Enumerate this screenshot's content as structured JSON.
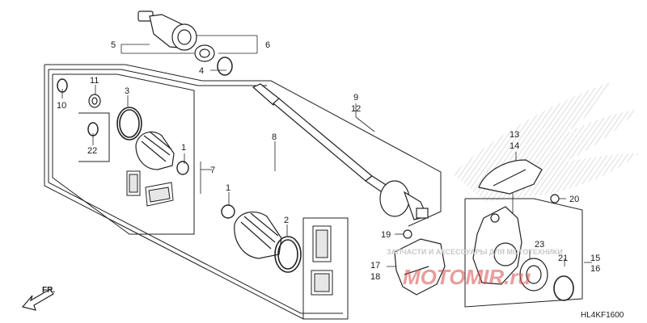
{
  "diagram": {
    "part_numbers": [
      "1",
      "2",
      "3",
      "4",
      "5",
      "6",
      "7",
      "8",
      "9",
      "10",
      "11",
      "12",
      "13",
      "14",
      "15",
      "16",
      "17",
      "18",
      "19",
      "20",
      "21",
      "22",
      "23"
    ],
    "callouts": [
      {
        "id": "c5",
        "text": "5"
      },
      {
        "id": "c6",
        "text": "6"
      },
      {
        "id": "c4",
        "text": "4"
      },
      {
        "id": "c11",
        "text": "11"
      },
      {
        "id": "c10",
        "text": "10"
      },
      {
        "id": "c3",
        "text": "3"
      },
      {
        "id": "c22",
        "text": "22"
      },
      {
        "id": "c1a",
        "text": "1"
      },
      {
        "id": "c7",
        "text": "7"
      },
      {
        "id": "c8",
        "text": "8"
      },
      {
        "id": "c9",
        "text": "9"
      },
      {
        "id": "c12",
        "text": "12"
      },
      {
        "id": "c1b",
        "text": "1"
      },
      {
        "id": "c2",
        "text": "2"
      },
      {
        "id": "c13",
        "text": "13"
      },
      {
        "id": "c14",
        "text": "14"
      },
      {
        "id": "c20",
        "text": "20"
      },
      {
        "id": "c19",
        "text": "19"
      },
      {
        "id": "c23",
        "text": "23"
      },
      {
        "id": "c17",
        "text": "17"
      },
      {
        "id": "c18",
        "text": "18"
      },
      {
        "id": "c21",
        "text": "21"
      },
      {
        "id": "c15",
        "text": "15"
      },
      {
        "id": "c16",
        "text": "16"
      }
    ],
    "direction_label": "FR.",
    "diagram_code": "HL4KF1600",
    "watermark_text": "ЗАПЧАСТИ И АКСЕССУАРЫ ДЛЯ МОТОТЕХНИКИ",
    "watermark_logo": "MOTOMIR.ru",
    "colors": {
      "line": "#222222",
      "watermark_red": "#d94a4a",
      "watermark_gray": "#c8c8c8",
      "hatch": "#cfcfcf"
    }
  }
}
